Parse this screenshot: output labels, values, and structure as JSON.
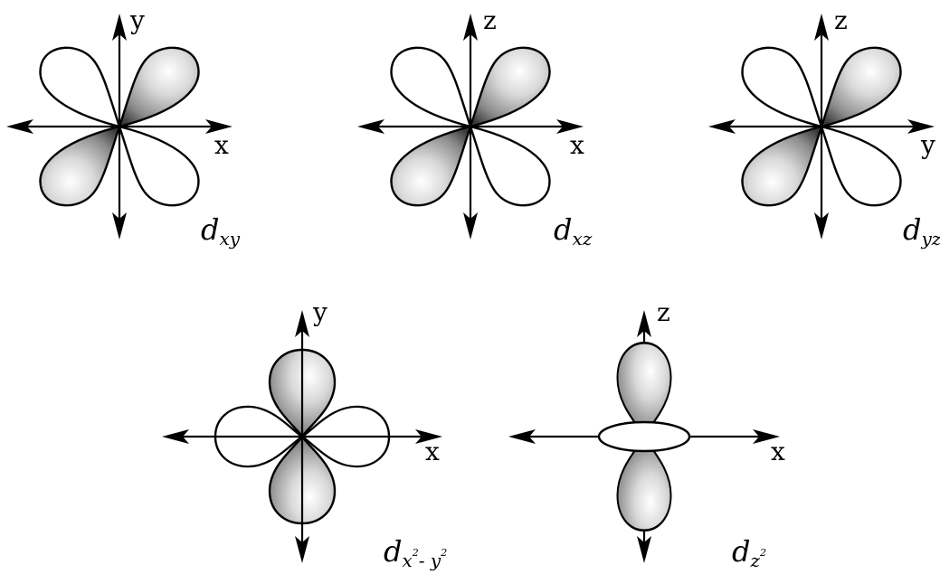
{
  "orbitals": [
    {
      "id": "dxy",
      "label_main": "d",
      "label_sub": "xy",
      "axis_vertical": "y",
      "axis_horizontal": "x"
    },
    {
      "id": "dxz",
      "label_main": "d",
      "label_sub": "xz",
      "axis_vertical": "z",
      "axis_horizontal": "x"
    },
    {
      "id": "dyz",
      "label_main": "d",
      "label_sub": "yz",
      "axis_vertical": "z",
      "axis_horizontal": "y"
    },
    {
      "id": "dx2y2",
      "label_main": "d",
      "label_sub_1": "x",
      "label_sup_1": "2",
      "label_sub_mid": "- y",
      "label_sup_2": "2",
      "axis_vertical": "y",
      "axis_horizontal": "x"
    },
    {
      "id": "dz2",
      "label_main": "d",
      "label_sub_1": "z",
      "label_sup_1": "2",
      "axis_vertical": "z",
      "axis_horizontal": "x"
    }
  ],
  "colors": {
    "lobe_light": "#ffffff",
    "lobe_dark": "#3a3a3a",
    "line": "#000000",
    "background": "#ffffff"
  }
}
